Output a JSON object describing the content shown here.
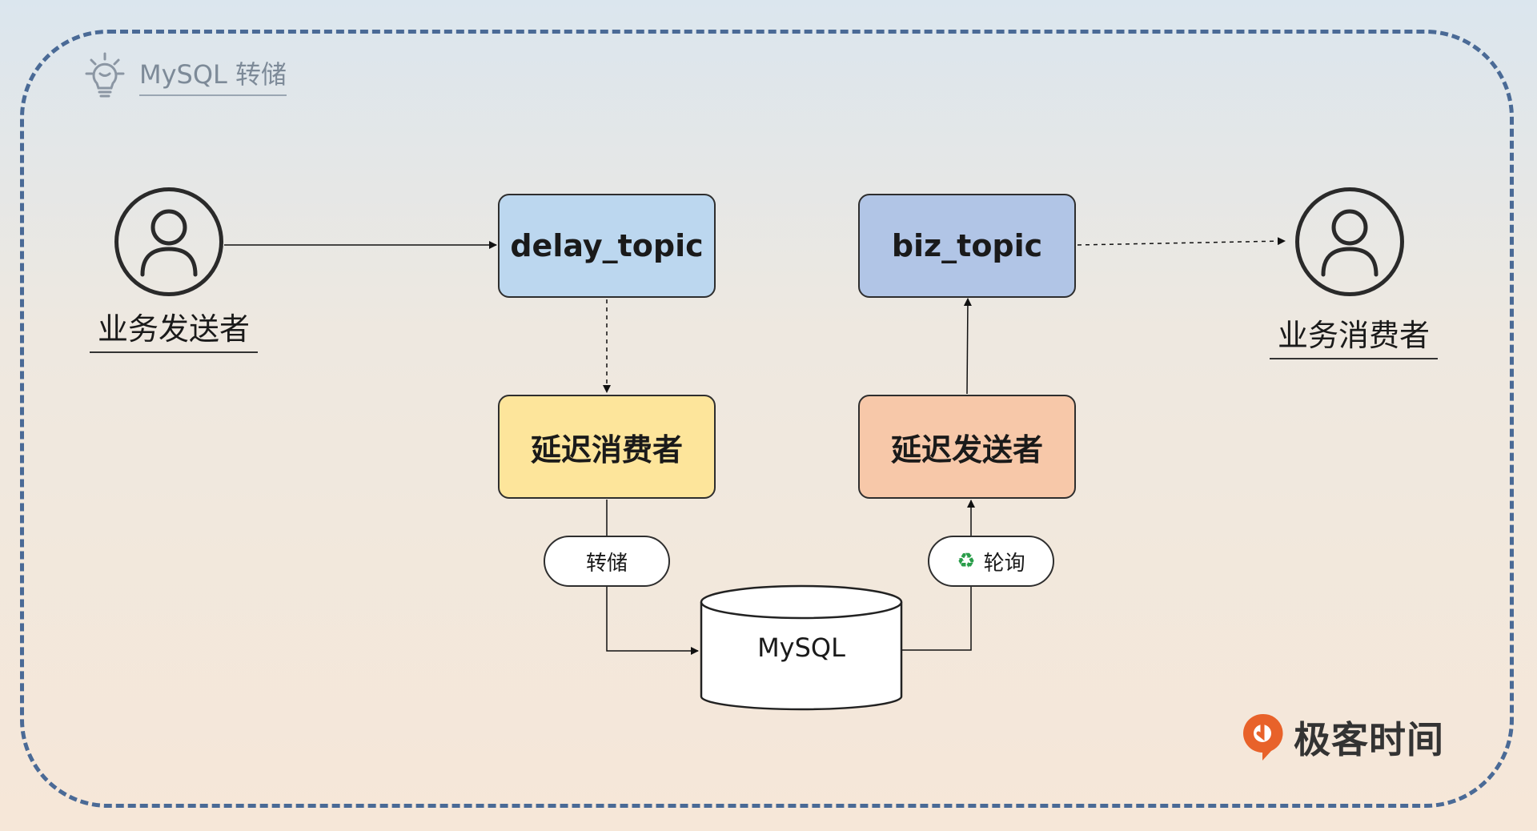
{
  "diagram": {
    "heading": "MySQL 转储",
    "actors": {
      "sender": "业务发送者",
      "consumer": "业务消费者"
    },
    "nodes": {
      "delay_topic": "delay_topic",
      "biz_topic": "biz_topic",
      "delay_consumer": "延迟消费者",
      "delay_sender": "延迟发送者",
      "database": "MySQL"
    },
    "edge_labels": {
      "dump": "转储",
      "poll": "轮询"
    },
    "watermark": "极客时间",
    "colors": {
      "frame": "#4a6a96",
      "delay_topic": "#bcd7ef",
      "biz_topic": "#b1c5e6",
      "delay_consumer": "#fde59b",
      "delay_sender": "#f7c8a9",
      "logo_accent": "#e8622a"
    },
    "icons": [
      "lightbulb-icon",
      "user-icon",
      "recycle-icon",
      "geek-time-logo-icon"
    ]
  }
}
